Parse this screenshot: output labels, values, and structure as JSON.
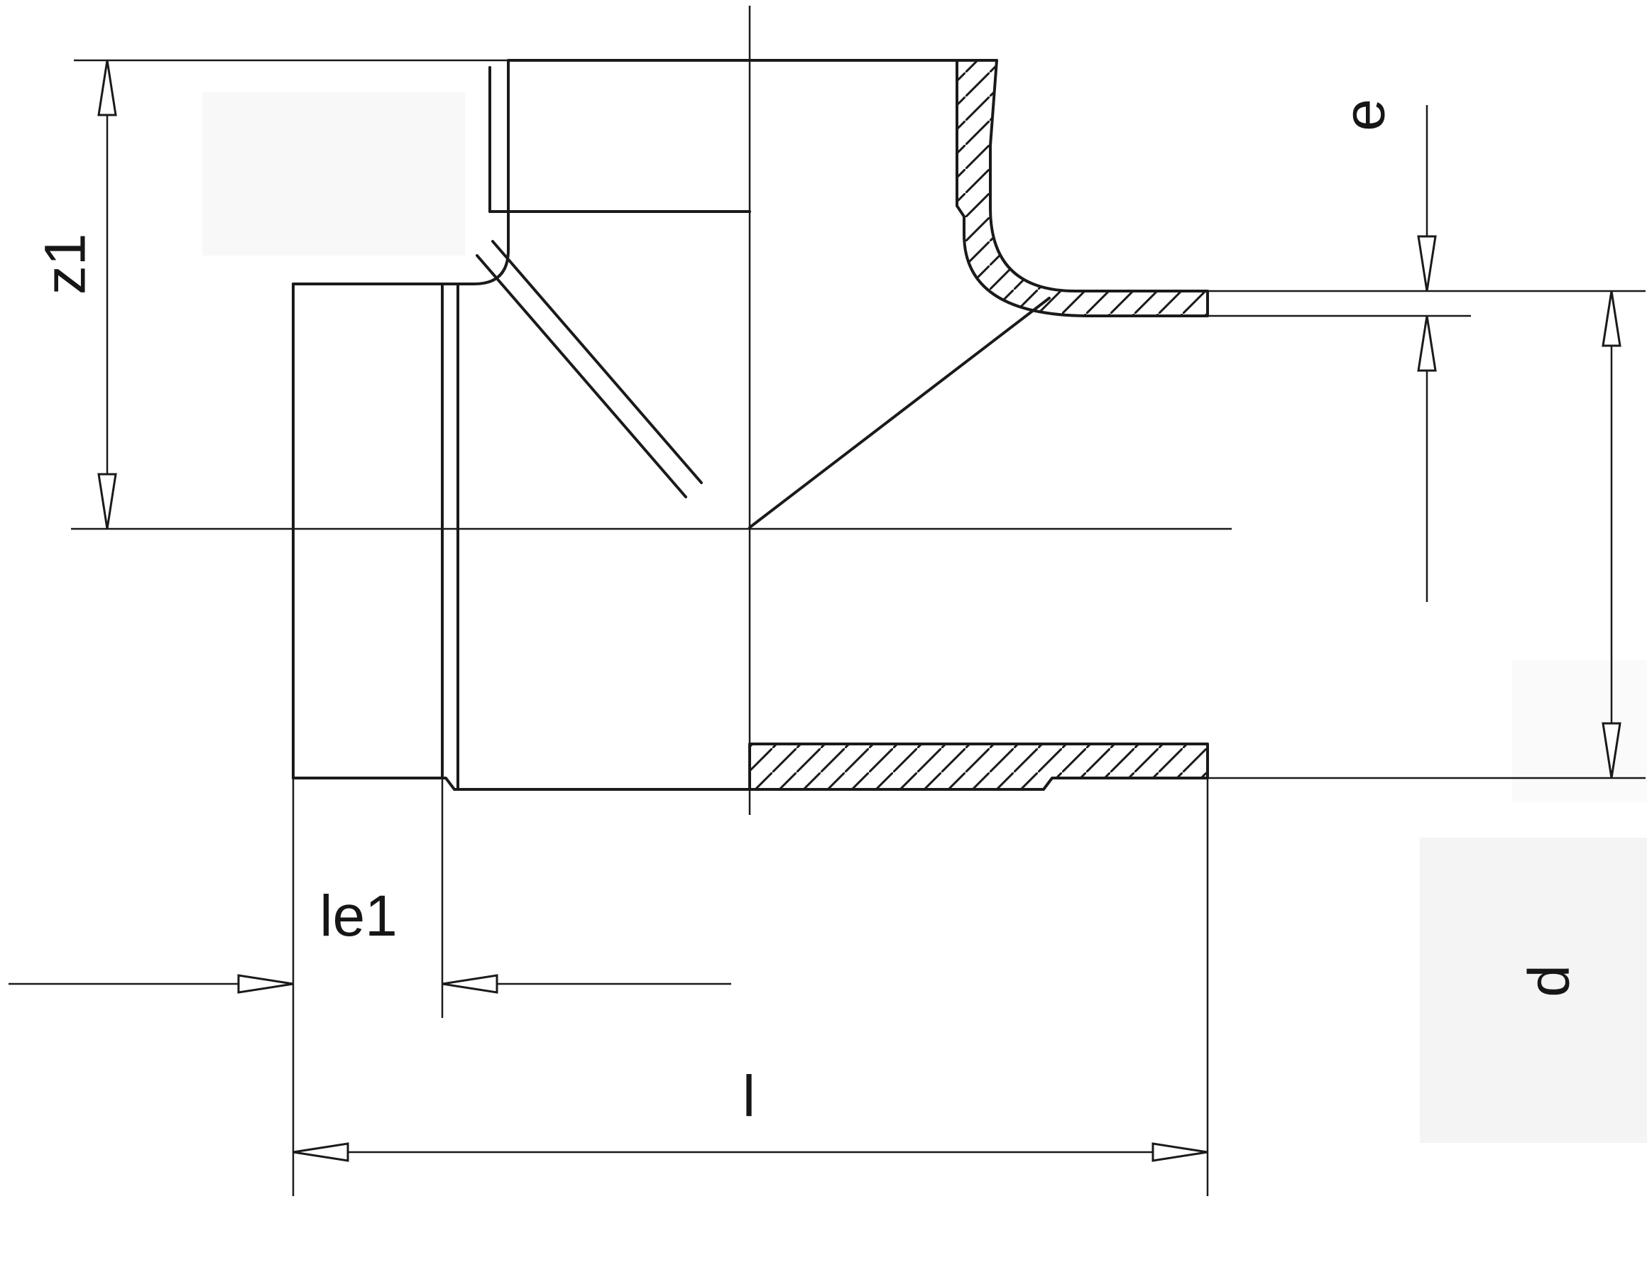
{
  "diagram": {
    "kind": "technical-drawing",
    "subject": "socket tee fitting cross-section with dimension callouts",
    "colors": {
      "line": "#1a1a1a",
      "background": "#ffffff"
    },
    "dimension_labels": {
      "z1": "z1",
      "e": "e",
      "d": "d",
      "le1": "le1",
      "l": "l"
    }
  }
}
